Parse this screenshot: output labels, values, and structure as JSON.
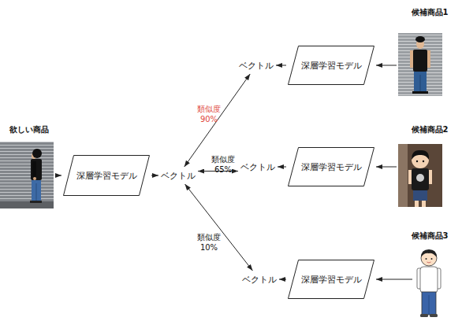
{
  "diagram": {
    "nodes": [
      {
        "text": [
          "欲しい商品"
        ]
      },
      {
        "text": [
          "深層学習モデル"
        ]
      },
      {
        "text": [
          "ベクトル"
        ]
      },
      {
        "text": [
          "候補商品1"
        ]
      },
      {
        "text": [
          "深層学習モデル"
        ]
      },
      {
        "text": [
          "ベクトル"
        ]
      },
      {
        "text": [
          "候補商品2"
        ]
      },
      {
        "text": [
          "深層学習モデル"
        ]
      },
      {
        "text": [
          "ベクトル"
        ]
      },
      {
        "text": [
          "候補商品3"
        ]
      },
      {
        "text": [
          "深層学習モデル"
        ]
      },
      {
        "text": [
          "ベクトル"
        ]
      }
    ],
    "edges": [
      {
        "from": 0,
        "to": 1,
        "arrow": "to"
      },
      {
        "from": 1,
        "to": 2,
        "arrow": "to"
      },
      {
        "from": 3,
        "to": 4,
        "arrow": "to"
      },
      {
        "from": 4,
        "to": 5,
        "arrow": "to"
      },
      {
        "from": 6,
        "to": 7,
        "arrow": "to"
      },
      {
        "from": 7,
        "to": 8,
        "arrow": "to"
      },
      {
        "from": 9,
        "to": 10,
        "arrow": "to"
      },
      {
        "from": 10,
        "to": 11,
        "arrow": "to"
      },
      {
        "from": 2,
        "to": 5,
        "label": "類似度 90%",
        "arrow": "both"
      },
      {
        "from": 2,
        "to": 8,
        "label": "類似度 65%",
        "arrow": "both"
      },
      {
        "from": 2,
        "to": 11,
        "label": "類似度 10%",
        "arrow": "both"
      }
    ]
  }
}
